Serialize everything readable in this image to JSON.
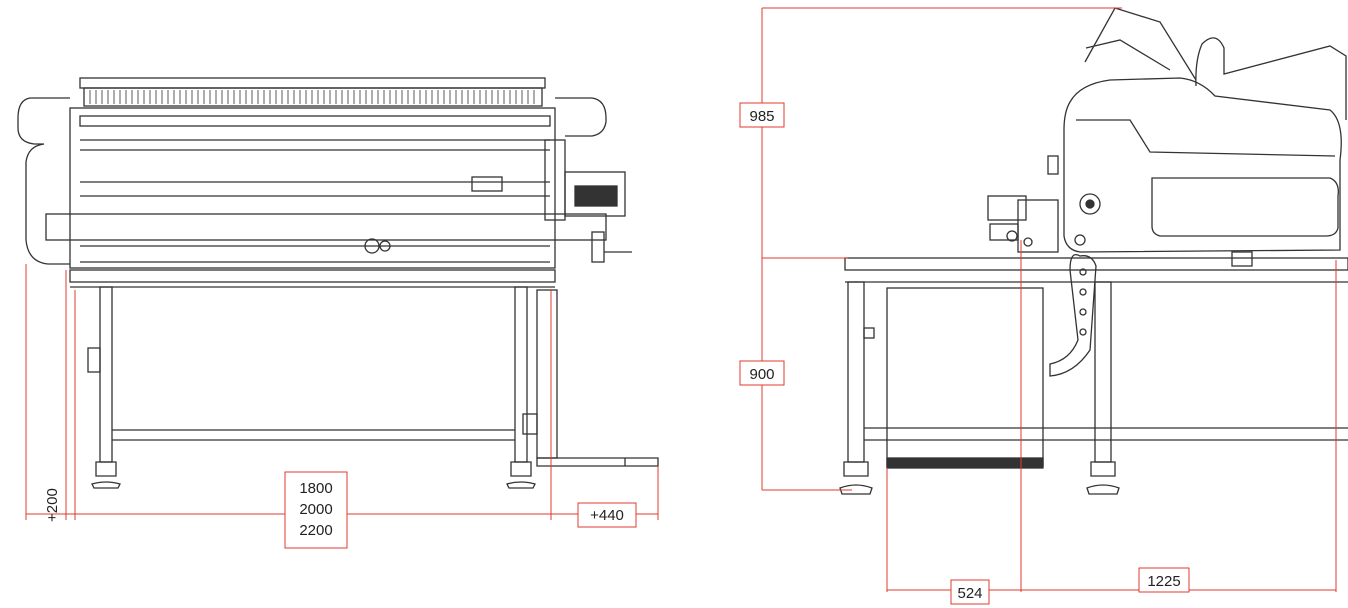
{
  "colors": {
    "dimension": "#e03a2f",
    "machine": "#333333",
    "background": "#ffffff"
  },
  "front_view": {
    "offset_label": "+200",
    "width_labels": [
      "1800",
      "2000",
      "2200"
    ],
    "extension_label": "+440"
  },
  "side_view": {
    "upper_height_label": "985",
    "table_height_label": "900",
    "rear_depth_label": "524",
    "front_depth_label": "1225"
  }
}
